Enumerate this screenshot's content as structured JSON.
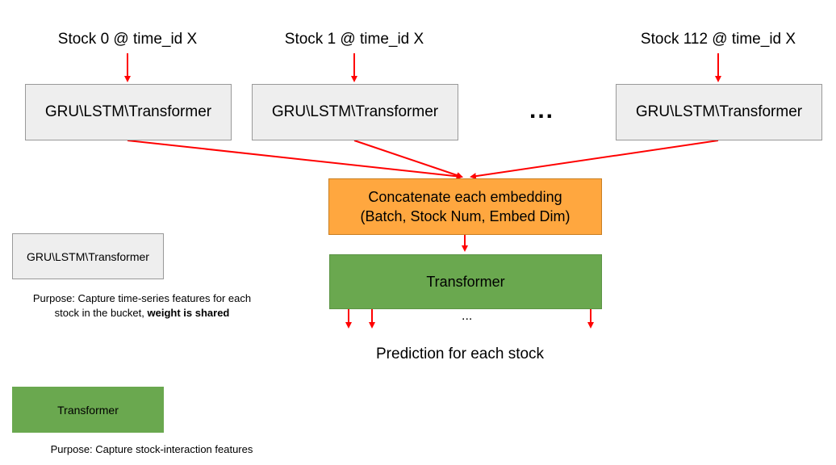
{
  "inputs": [
    {
      "label": "Stock 0 @ time_id X"
    },
    {
      "label": "Stock 1 @ time_id X"
    },
    {
      "label": "Stock 112 @ time_id X"
    }
  ],
  "encoders": [
    {
      "label": "GRU\\LSTM\\Transformer"
    },
    {
      "label": "GRU\\LSTM\\Transformer"
    },
    {
      "label": "GRU\\LSTM\\Transformer"
    }
  ],
  "encoder_ellipsis": "...",
  "concat": {
    "line1": "Concatenate each embedding",
    "line2": "(Batch, Stock Num, Embed Dim)"
  },
  "transformer": {
    "label": "Transformer"
  },
  "output_ellipsis": "...",
  "prediction": "Prediction for each stock",
  "legend": {
    "encoder_label": "GRU\\LSTM\\Transformer",
    "encoder_purpose_line1": "Purpose: Capture time-series features for each",
    "encoder_purpose_line2": "stock in the bucket, ",
    "encoder_purpose_bold": "weight is shared",
    "transformer_label": "Transformer",
    "transformer_purpose": "Purpose: Capture stock-interaction features"
  },
  "colors": {
    "arrow": "#ff0000",
    "encoder_fill": "#eeeeee",
    "concat_fill": "#ffa73f",
    "transformer_fill": "#6aa84f"
  }
}
